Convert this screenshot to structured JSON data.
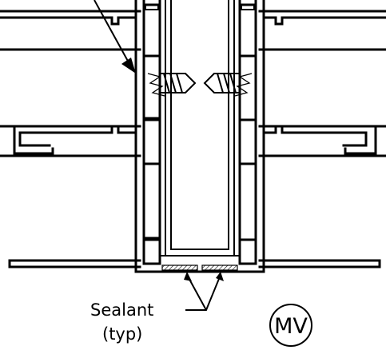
{
  "labels": {
    "sealant": "Sealant",
    "typ": "(typ)",
    "tag": "MV"
  }
}
